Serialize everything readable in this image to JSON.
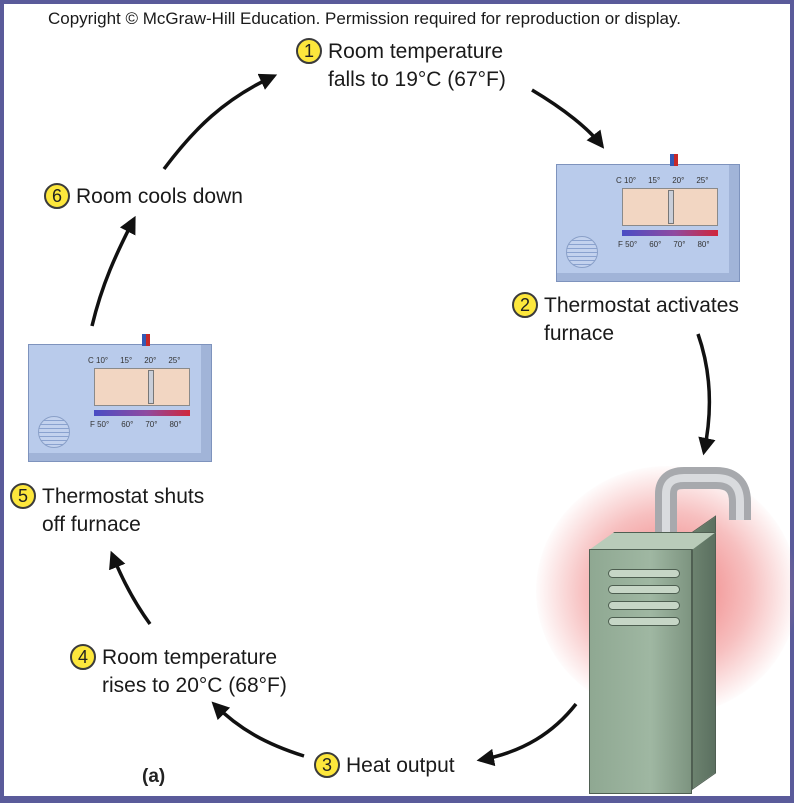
{
  "copyright": "Copyright © McGraw-Hill Education. Permission required for reproduction or display.",
  "figure_label": "(a)",
  "steps": [
    {
      "num": "1",
      "text": "Room temperature\nfalls to 19°C (67°F)"
    },
    {
      "num": "2",
      "text": "Thermostat activates\nfurnace"
    },
    {
      "num": "3",
      "text": "Heat output"
    },
    {
      "num": "4",
      "text": "Room temperature\nrises to 20°C (68°F)"
    },
    {
      "num": "5",
      "text": "Thermostat shuts\noff furnace"
    },
    {
      "num": "6",
      "text": "Room cools down"
    }
  ],
  "thermostat_scale": {
    "celsius": [
      "C 10°",
      "15°",
      "20°",
      "25°"
    ],
    "fahrenheit": [
      "F 50°",
      "60°",
      "70°",
      "80°"
    ]
  },
  "colors": {
    "badge": "#fde73c",
    "frame": "#5a5b9a",
    "thermostat": "#b9cbeb",
    "furnace": "#9fb7a2",
    "glow": "#ec5a5a"
  }
}
